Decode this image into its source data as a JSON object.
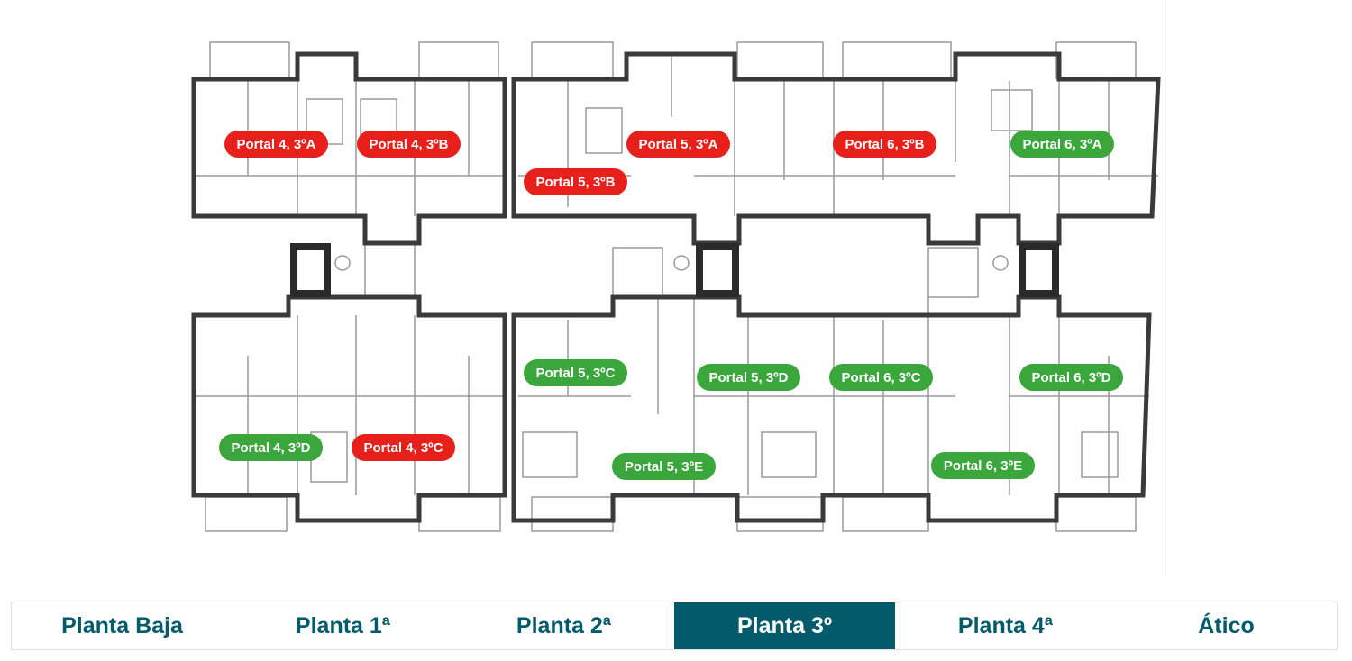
{
  "units": [
    {
      "label": "Portal 4, 3ºA",
      "status": "sold"
    },
    {
      "label": "Portal 4, 3ºB",
      "status": "sold"
    },
    {
      "label": "Portal 5, 3ºB",
      "status": "sold"
    },
    {
      "label": "Portal 5, 3ºA",
      "status": "sold"
    },
    {
      "label": "Portal 6, 3ºB",
      "status": "sold"
    },
    {
      "label": "Portal 6, 3ºA",
      "status": "available"
    },
    {
      "label": "Portal 5, 3ºC",
      "status": "available"
    },
    {
      "label": "Portal 5, 3ºD",
      "status": "available"
    },
    {
      "label": "Portal 6, 3ºC",
      "status": "available"
    },
    {
      "label": "Portal 6, 3ºD",
      "status": "available"
    },
    {
      "label": "Portal 4, 3ºD",
      "status": "available"
    },
    {
      "label": "Portal 4, 3ºC",
      "status": "sold"
    },
    {
      "label": "Portal 5, 3ºE",
      "status": "available"
    },
    {
      "label": "Portal 6, 3ºE",
      "status": "available"
    }
  ],
  "tabs": [
    {
      "label": "Planta Baja"
    },
    {
      "label": "Planta 1ª"
    },
    {
      "label": "Planta 2ª"
    },
    {
      "label": "Planta 3º",
      "active": true
    },
    {
      "label": "Planta 4ª"
    },
    {
      "label": "Ático"
    }
  ],
  "colors": {
    "sold": "#e8201b",
    "available": "#3aa63c",
    "accent": "#035a6b"
  }
}
